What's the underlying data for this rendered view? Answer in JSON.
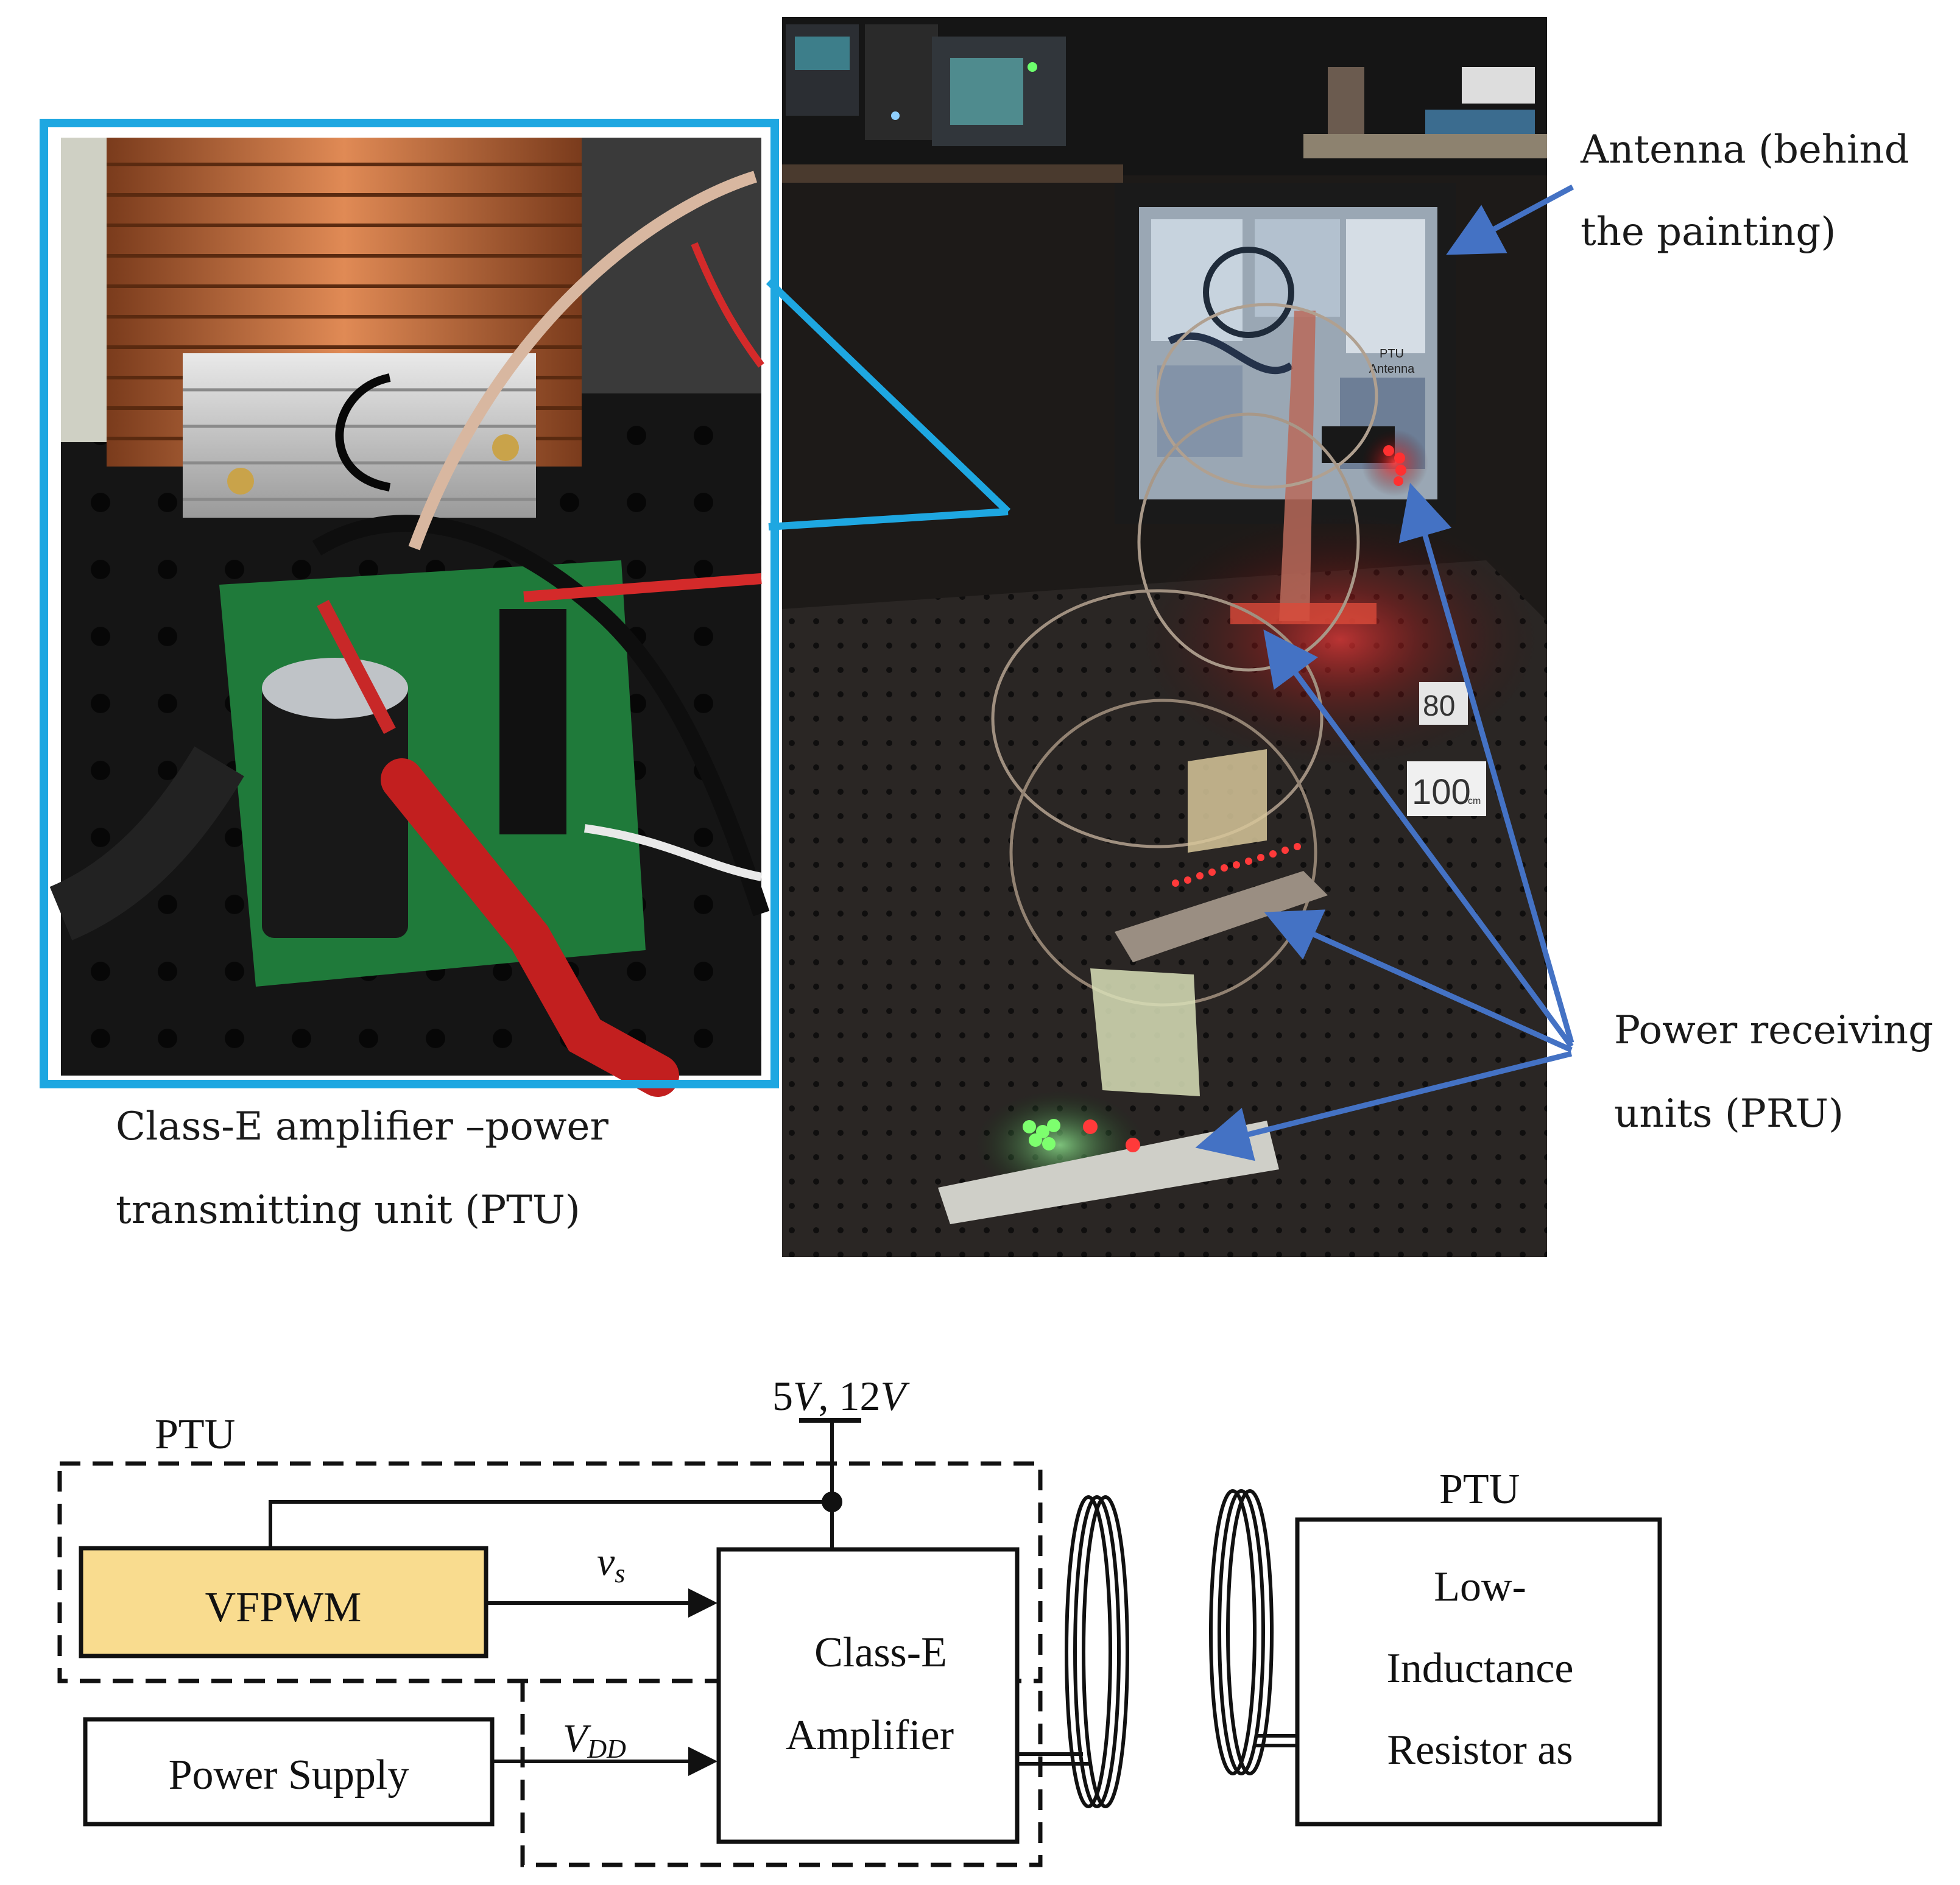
{
  "photo_section": {
    "ptu_caption_line1": "Class-E amplifier –power",
    "ptu_caption_line2": "transmitting unit (PTU)",
    "antenna_label_line1": "Antenna (behind",
    "antenna_label_line2": "the painting)",
    "pru_label_line1": "Power receiving",
    "pru_label_line2": "units (PRU)",
    "painting_tag_line1": "PTU",
    "painting_tag_line2": "Antenna",
    "distance_tag_80": "80",
    "distance_tag_100": "100",
    "distance_tag_100_unit": "cm",
    "colors": {
      "inset_border": "#1ea7e1",
      "arrow": "#4472c4",
      "led_red": "#ff2a2a",
      "led_green": "#4cff5a",
      "pcb_green": "#1f7a3a"
    }
  },
  "block_diagram": {
    "supply_label_5": "5",
    "supply_label_v1": "V",
    "supply_label_mid": ", 12",
    "supply_label_v2": "V",
    "ptu_label_left": "PTU",
    "ptu_label_right": "PTU",
    "vfpwm_label": "VFPWM",
    "power_supply_label": "Power Supply",
    "vs_label": "v",
    "vs_sub": "s",
    "vdd_label": "V",
    "vdd_sub": "DD",
    "amplifier_line1": "Class-E",
    "amplifier_line2": "Amplifier",
    "load_line1": "Low-",
    "load_line2": "Inductance",
    "load_line3": "Resistor as",
    "colors": {
      "vfpwm_fill": "#f9dc8f",
      "line": "#111111"
    }
  }
}
